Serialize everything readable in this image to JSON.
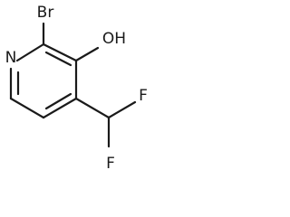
{
  "structure": {
    "labels": {
      "bromine": "Br",
      "hydroxyl": "OH",
      "nitrogen": "N",
      "fluorine_top": "F",
      "fluorine_bottom": "F"
    }
  }
}
